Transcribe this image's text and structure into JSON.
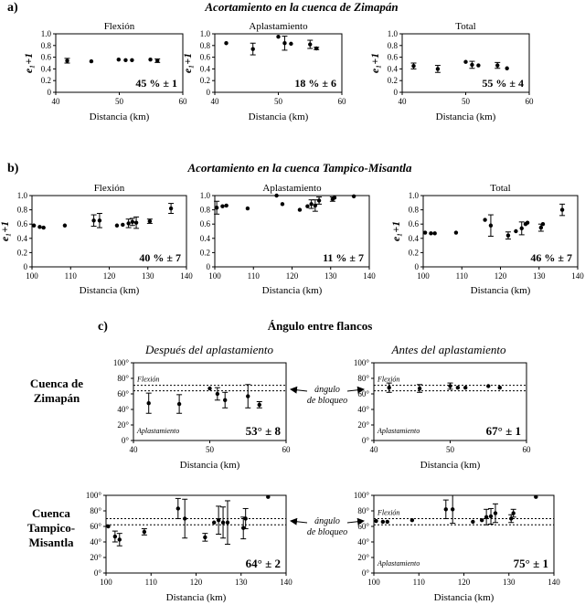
{
  "sections": [
    {
      "label": "a)",
      "title": "Acortamiento en la cuenca de Zimapán"
    },
    {
      "label": "b)",
      "title": "Acortamiento en la cuenca Tampico-Misantla"
    },
    {
      "label": "c)",
      "title": "Ángulo entre flancos"
    }
  ],
  "subtitles": {
    "after": "Después del aplastamiento",
    "before": "Antes del aplastamiento"
  },
  "row_labels": {
    "zimapan": [
      "Cuenca de",
      "Zimapán"
    ],
    "tampico": [
      "Cuenca",
      "Tampico-",
      "Misantla"
    ]
  },
  "annotation": [
    "ángulo",
    "de bloqueo"
  ],
  "chart_data": [
    {
      "type": "scatter",
      "id": "a1",
      "title": "Flexión",
      "xlabel": "Distancia (km)",
      "ylabel": "e₁+1",
      "xlim": [
        40,
        60
      ],
      "ylim": [
        0,
        1
      ],
      "xticks": [
        40,
        50,
        60
      ],
      "yticks": [
        0,
        0.2,
        0.4,
        0.6,
        0.8,
        1.0
      ],
      "stat": "45 % ± 1",
      "points": [
        [
          41.8,
          0.54,
          0.04
        ],
        [
          45.6,
          0.53
        ],
        [
          49.9,
          0.56
        ],
        [
          51,
          0.55
        ],
        [
          52,
          0.55
        ],
        [
          54.9,
          0.56
        ],
        [
          56,
          0.54,
          0.03
        ]
      ]
    },
    {
      "type": "scatter",
      "id": "a2",
      "title": "Aplastamiento",
      "xlabel": "Distancia (km)",
      "ylabel": "e₁+1",
      "xlim": [
        40,
        60
      ],
      "ylim": [
        0,
        1
      ],
      "xticks": [
        40,
        50,
        60
      ],
      "yticks": [
        0,
        0.2,
        0.4,
        0.6,
        0.8,
        1.0
      ],
      "stat": "18 % ± 6",
      "points": [
        [
          41.8,
          0.84
        ],
        [
          46,
          0.74,
          0.1
        ],
        [
          50,
          0.95
        ],
        [
          51,
          0.84,
          0.12
        ],
        [
          52,
          0.83
        ],
        [
          55,
          0.82,
          0.07
        ],
        [
          56,
          0.75,
          0.02
        ]
      ]
    },
    {
      "type": "scatter",
      "id": "a3",
      "title": "Total",
      "xlabel": "Distancia (km)",
      "ylabel": "e₁+1",
      "xlim": [
        40,
        60
      ],
      "ylim": [
        0,
        1
      ],
      "xticks": [
        40,
        50,
        60
      ],
      "yticks": [
        0,
        0.2,
        0.4,
        0.6,
        0.8,
        1.0
      ],
      "stat": "55 % ± 4",
      "points": [
        [
          41.8,
          0.45,
          0.05
        ],
        [
          45.6,
          0.4,
          0.06
        ],
        [
          50,
          0.52
        ],
        [
          51,
          0.47,
          0.06
        ],
        [
          52,
          0.46
        ],
        [
          55,
          0.46,
          0.05
        ],
        [
          56.5,
          0.41
        ]
      ]
    },
    {
      "type": "scatter",
      "id": "b1",
      "title": "Flexión",
      "xlabel": "Distancia (km)",
      "ylabel": "e₁+1",
      "xlim": [
        100,
        140
      ],
      "ylim": [
        0,
        1
      ],
      "xticks": [
        100,
        110,
        120,
        130,
        140
      ],
      "yticks": [
        0,
        0.2,
        0.4,
        0.6,
        0.8,
        1.0
      ],
      "stat": "40 % ± 7",
      "points": [
        [
          100.5,
          0.58
        ],
        [
          102,
          0.56
        ],
        [
          103,
          0.55
        ],
        [
          108.5,
          0.58
        ],
        [
          116,
          0.65,
          0.08
        ],
        [
          117.5,
          0.65,
          0.1
        ],
        [
          122,
          0.58
        ],
        [
          123.5,
          0.59
        ],
        [
          125,
          0.61,
          0.06
        ],
        [
          126,
          0.63,
          0.05
        ],
        [
          127,
          0.62,
          0.08
        ],
        [
          130.5,
          0.64,
          0.03
        ],
        [
          136,
          0.82,
          0.07
        ]
      ]
    },
    {
      "type": "scatter",
      "id": "b2",
      "title": "Aplastamiento",
      "xlabel": "Distancia (km)",
      "ylabel": "e₁+1",
      "xlim": [
        100,
        140
      ],
      "ylim": [
        0,
        1
      ],
      "xticks": [
        100,
        110,
        120,
        130,
        140
      ],
      "yticks": [
        0,
        0.2,
        0.4,
        0.6,
        0.8,
        1.0
      ],
      "stat": "11 % ± 7",
      "points": [
        [
          100.5,
          0.83,
          0.09
        ],
        [
          102,
          0.85
        ],
        [
          103,
          0.86
        ],
        [
          108.5,
          0.82
        ],
        [
          116,
          1.0
        ],
        [
          117.5,
          0.88
        ],
        [
          122,
          0.8
        ],
        [
          124,
          0.85
        ],
        [
          125,
          0.88,
          0.06
        ],
        [
          126,
          0.86,
          0.08
        ],
        [
          127,
          0.93,
          0.05
        ],
        [
          130.5,
          0.95,
          0.03
        ],
        [
          131,
          0.97
        ],
        [
          136,
          0.99
        ]
      ]
    },
    {
      "type": "scatter",
      "id": "b3",
      "title": "Total",
      "xlabel": "Distancia (km)",
      "ylabel": "e₁+1",
      "xlim": [
        100,
        140
      ],
      "ylim": [
        0,
        1
      ],
      "xticks": [
        100,
        110,
        120,
        130,
        140
      ],
      "yticks": [
        0,
        0.2,
        0.4,
        0.6,
        0.8,
        1.0
      ],
      "stat": "46 % ± 7",
      "points": [
        [
          100.5,
          0.48
        ],
        [
          102,
          0.47
        ],
        [
          103,
          0.47
        ],
        [
          108.5,
          0.48
        ],
        [
          116,
          0.66
        ],
        [
          117.5,
          0.58,
          0.15
        ],
        [
          122,
          0.44,
          0.05
        ],
        [
          124,
          0.5
        ],
        [
          125.5,
          0.54,
          0.09
        ],
        [
          126.5,
          0.6
        ],
        [
          127,
          0.62
        ],
        [
          130.5,
          0.55,
          0.05
        ],
        [
          131,
          0.6
        ],
        [
          136,
          0.8,
          0.08
        ]
      ]
    },
    {
      "type": "scatter",
      "id": "c1",
      "xlabel": "Distancia (km)",
      "xlim": [
        40,
        60
      ],
      "ylim": [
        0,
        100
      ],
      "xticks": [
        40,
        50,
        60
      ],
      "yticks": [
        0,
        20,
        40,
        60,
        80,
        100
      ],
      "ysuffix": "°",
      "stat": "53° ± 8",
      "zone_top": "Flexión",
      "zone_bottom": "Aplastamiento",
      "band": [
        64,
        71
      ],
      "points": [
        [
          42,
          48,
          13
        ],
        [
          46,
          47,
          12
        ],
        [
          50,
          67
        ],
        [
          51,
          60,
          8
        ],
        [
          52,
          52,
          10
        ],
        [
          55,
          57,
          15
        ],
        [
          56.5,
          46,
          4
        ]
      ]
    },
    {
      "type": "scatter",
      "id": "c2",
      "xlabel": "Distancia (km)",
      "xlim": [
        40,
        60
      ],
      "ylim": [
        0,
        100
      ],
      "xticks": [
        40,
        50,
        60
      ],
      "yticks": [
        0,
        20,
        40,
        60,
        80,
        100
      ],
      "ysuffix": "°",
      "stat": "67° ± 1",
      "zone_top": "Flexión",
      "zone_bottom": "Aplastamiento",
      "band": [
        64,
        71
      ],
      "points": [
        [
          42,
          68,
          6
        ],
        [
          46,
          67,
          5
        ],
        [
          50,
          70,
          4
        ],
        [
          51,
          68
        ],
        [
          52,
          68
        ],
        [
          55,
          70
        ],
        [
          56.5,
          68
        ]
      ]
    },
    {
      "type": "scatter",
      "id": "c3",
      "xlabel": "Distancia (km)",
      "xlim": [
        100,
        140
      ],
      "ylim": [
        0,
        100
      ],
      "xticks": [
        100,
        110,
        120,
        130,
        140
      ],
      "yticks": [
        0,
        20,
        40,
        60,
        80,
        100
      ],
      "ysuffix": "°",
      "stat": "64° ± 2",
      "band": [
        62,
        70
      ],
      "points": [
        [
          100.5,
          60
        ],
        [
          102,
          47,
          7
        ],
        [
          103,
          43,
          8
        ],
        [
          108.5,
          53,
          4
        ],
        [
          116,
          83,
          13
        ],
        [
          117.5,
          70,
          25
        ],
        [
          122,
          46,
          5
        ],
        [
          124,
          65
        ],
        [
          125,
          68,
          18
        ],
        [
          126,
          65,
          20
        ],
        [
          127,
          65,
          28
        ],
        [
          130.5,
          58,
          14
        ],
        [
          131,
          70,
          13
        ],
        [
          136,
          98
        ]
      ]
    },
    {
      "type": "scatter",
      "id": "c4",
      "xlabel": "Distancia (km)",
      "xlim": [
        100,
        140
      ],
      "ylim": [
        0,
        100
      ],
      "xticks": [
        100,
        110,
        120,
        130,
        140
      ],
      "yticks": [
        0,
        20,
        40,
        60,
        80,
        100
      ],
      "ysuffix": "°",
      "stat": "75° ± 1",
      "zone_top": "Flexión",
      "zone_bottom": "Aplastamiento",
      "band": [
        62,
        70
      ],
      "points": [
        [
          100.5,
          67
        ],
        [
          102,
          66
        ],
        [
          103,
          66
        ],
        [
          108.5,
          68
        ],
        [
          116,
          82,
          12
        ],
        [
          117.5,
          82,
          18
        ],
        [
          122,
          66
        ],
        [
          124,
          68
        ],
        [
          125,
          72,
          10
        ],
        [
          126,
          73,
          10
        ],
        [
          127,
          77,
          12
        ],
        [
          130.5,
          70,
          5
        ],
        [
          131,
          77,
          5
        ],
        [
          136,
          98
        ]
      ]
    }
  ]
}
